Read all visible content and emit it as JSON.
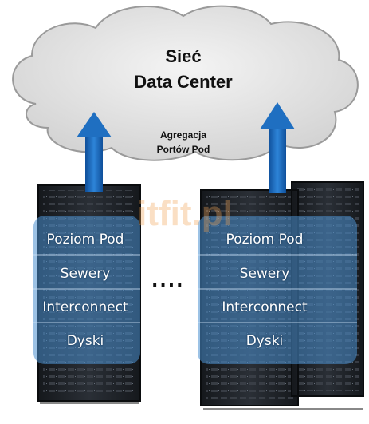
{
  "cloud": {
    "title_line1": "Sieć",
    "title_line2": "Data Center",
    "color": "#e8e8e8"
  },
  "aggregation": {
    "line1": "Agregacja",
    "line2": "Portów Pod"
  },
  "pods": [
    {
      "level": "Poziom Pod",
      "servers": "Sewery",
      "interconnect": "Interconnect",
      "disks": "Dyski"
    },
    {
      "level": "Poziom Pod",
      "servers": "Sewery",
      "interconnect": "Interconnect",
      "disks": "Dyski"
    }
  ],
  "separator": "....",
  "watermark": "itfit.pl",
  "colors": {
    "arrow": "#1f6fc1",
    "pod_overlay": "#4a8fd0",
    "rack": "#1c1f24"
  }
}
